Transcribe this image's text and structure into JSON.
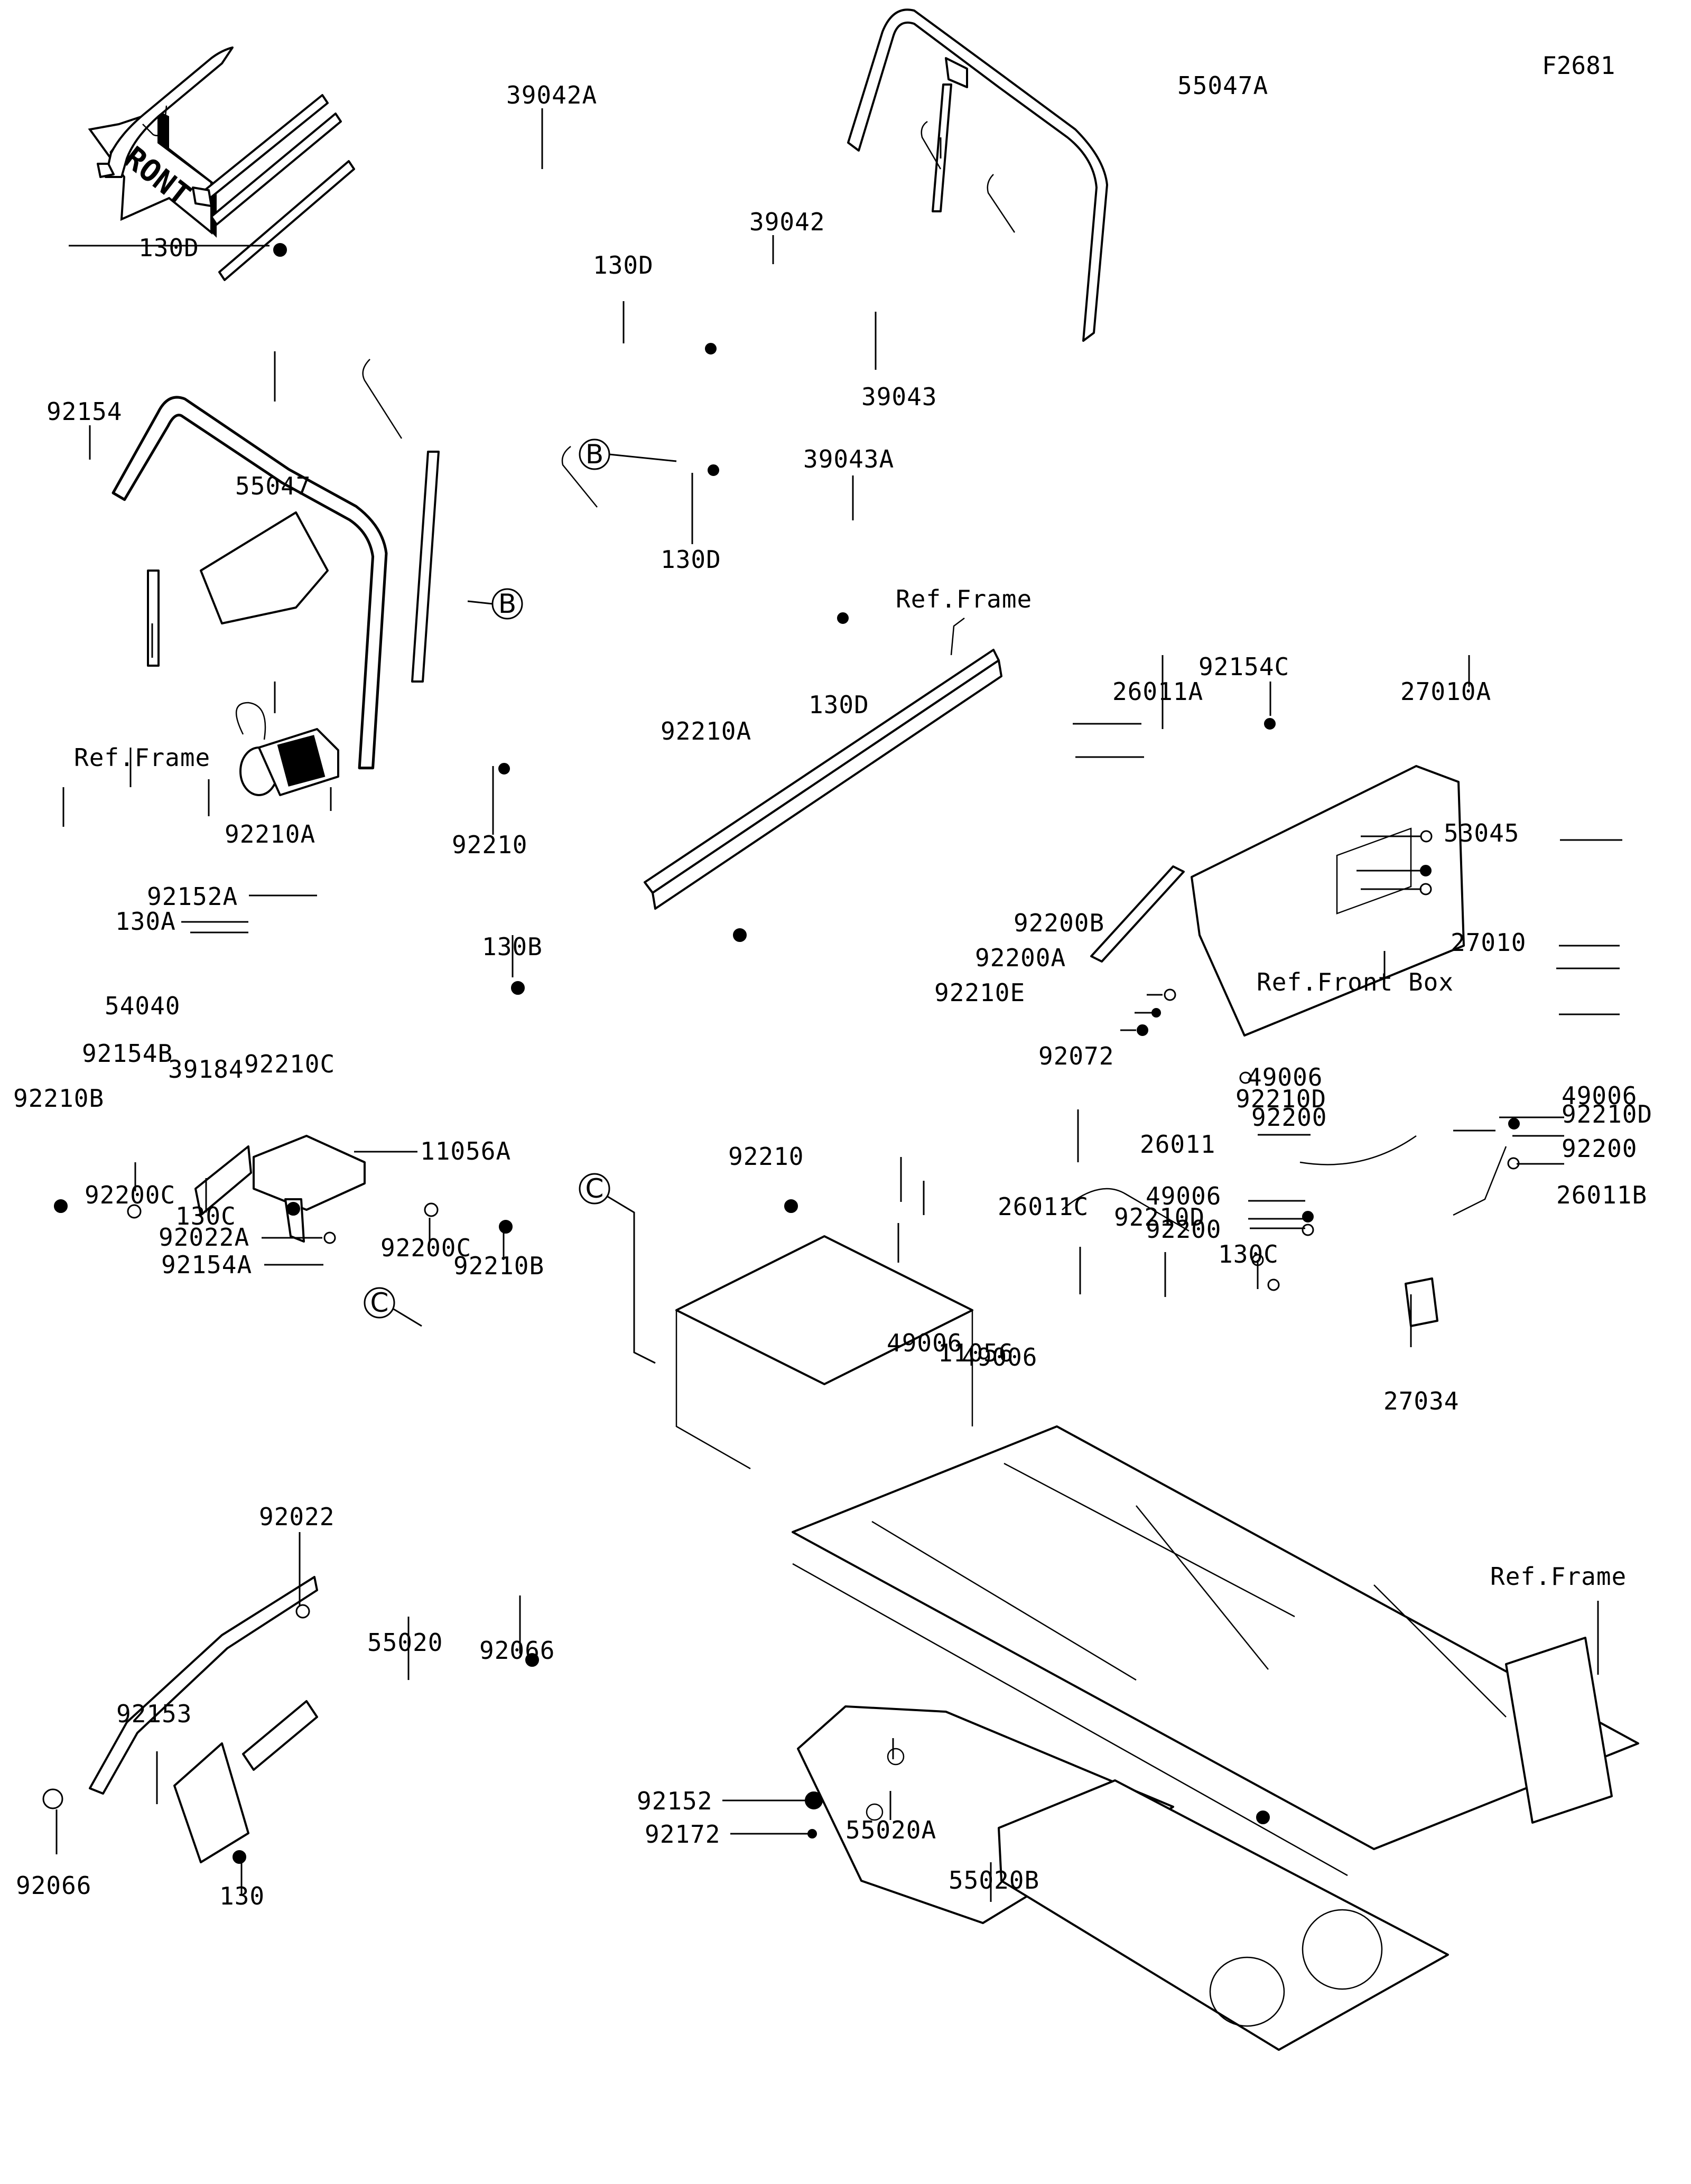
{
  "diagram": {
    "figure_code": "F2681",
    "front_indicator": "FRONT",
    "callouts": {
      "b": "B",
      "c": "C"
    },
    "labels": {
      "p39042A": "39042A",
      "p39042": "39042",
      "p39043": "39043",
      "p39043A": "39043A",
      "p55047A": "55047A",
      "p55047": "55047",
      "p130D_1": "130D",
      "p130D_2": "130D",
      "p130D_3": "130D",
      "p130D_4": "130D",
      "p92154": "92154",
      "ref_frame_1": "Ref.Frame",
      "ref_frame_2": "Ref.Frame",
      "ref_frame_3": "Ref.Frame",
      "p92210A_1": "92210A",
      "p92210A_2": "92210A",
      "p92210_1": "92210",
      "p92210_2": "92210",
      "p92152A": "92152A",
      "p130A": "130A",
      "p130B": "130B",
      "p54040": "54040",
      "p92210C": "92210C",
      "p92154B": "92154B",
      "p39184": "39184",
      "p92210B_1": "92210B",
      "p92210B_2": "92210B",
      "p11056A": "11056A",
      "p92200C_1": "92200C",
      "p92200C_2": "92200C",
      "p130C_1": "130C",
      "p130C_2": "130C",
      "p92022A": "92022A",
      "p92154A": "92154A",
      "p92022": "92022",
      "p92066_1": "92066",
      "p92066_2": "92066",
      "p55020": "55020",
      "p92153": "92153",
      "p130": "130",
      "p92152": "92152",
      "p92172": "92172",
      "p55020A": "55020A",
      "p55020B": "55020B",
      "p92154C": "92154C",
      "p26011A": "26011A",
      "p27010A": "27010A",
      "p53045": "53045",
      "p27010": "27010",
      "p92200B": "92200B",
      "p92200A": "92200A",
      "p92210E": "92210E",
      "ref_front_box": "Ref.Front Box",
      "p49006_1": "49006",
      "p92210D_1": "92210D",
      "p92200_1": "92200",
      "p26011": "26011",
      "p49006_2": "49006",
      "p92210D_2": "92210D",
      "p92200_2": "92200",
      "p26011B": "26011B",
      "p92072": "92072",
      "p26011C": "26011C",
      "p49006_3": "49006",
      "p92210D_3": "92210D",
      "p92200_3": "92200",
      "p49006_4": "49006",
      "p49006_5": "49006",
      "p11056": "11056",
      "p27034": "27034"
    }
  }
}
